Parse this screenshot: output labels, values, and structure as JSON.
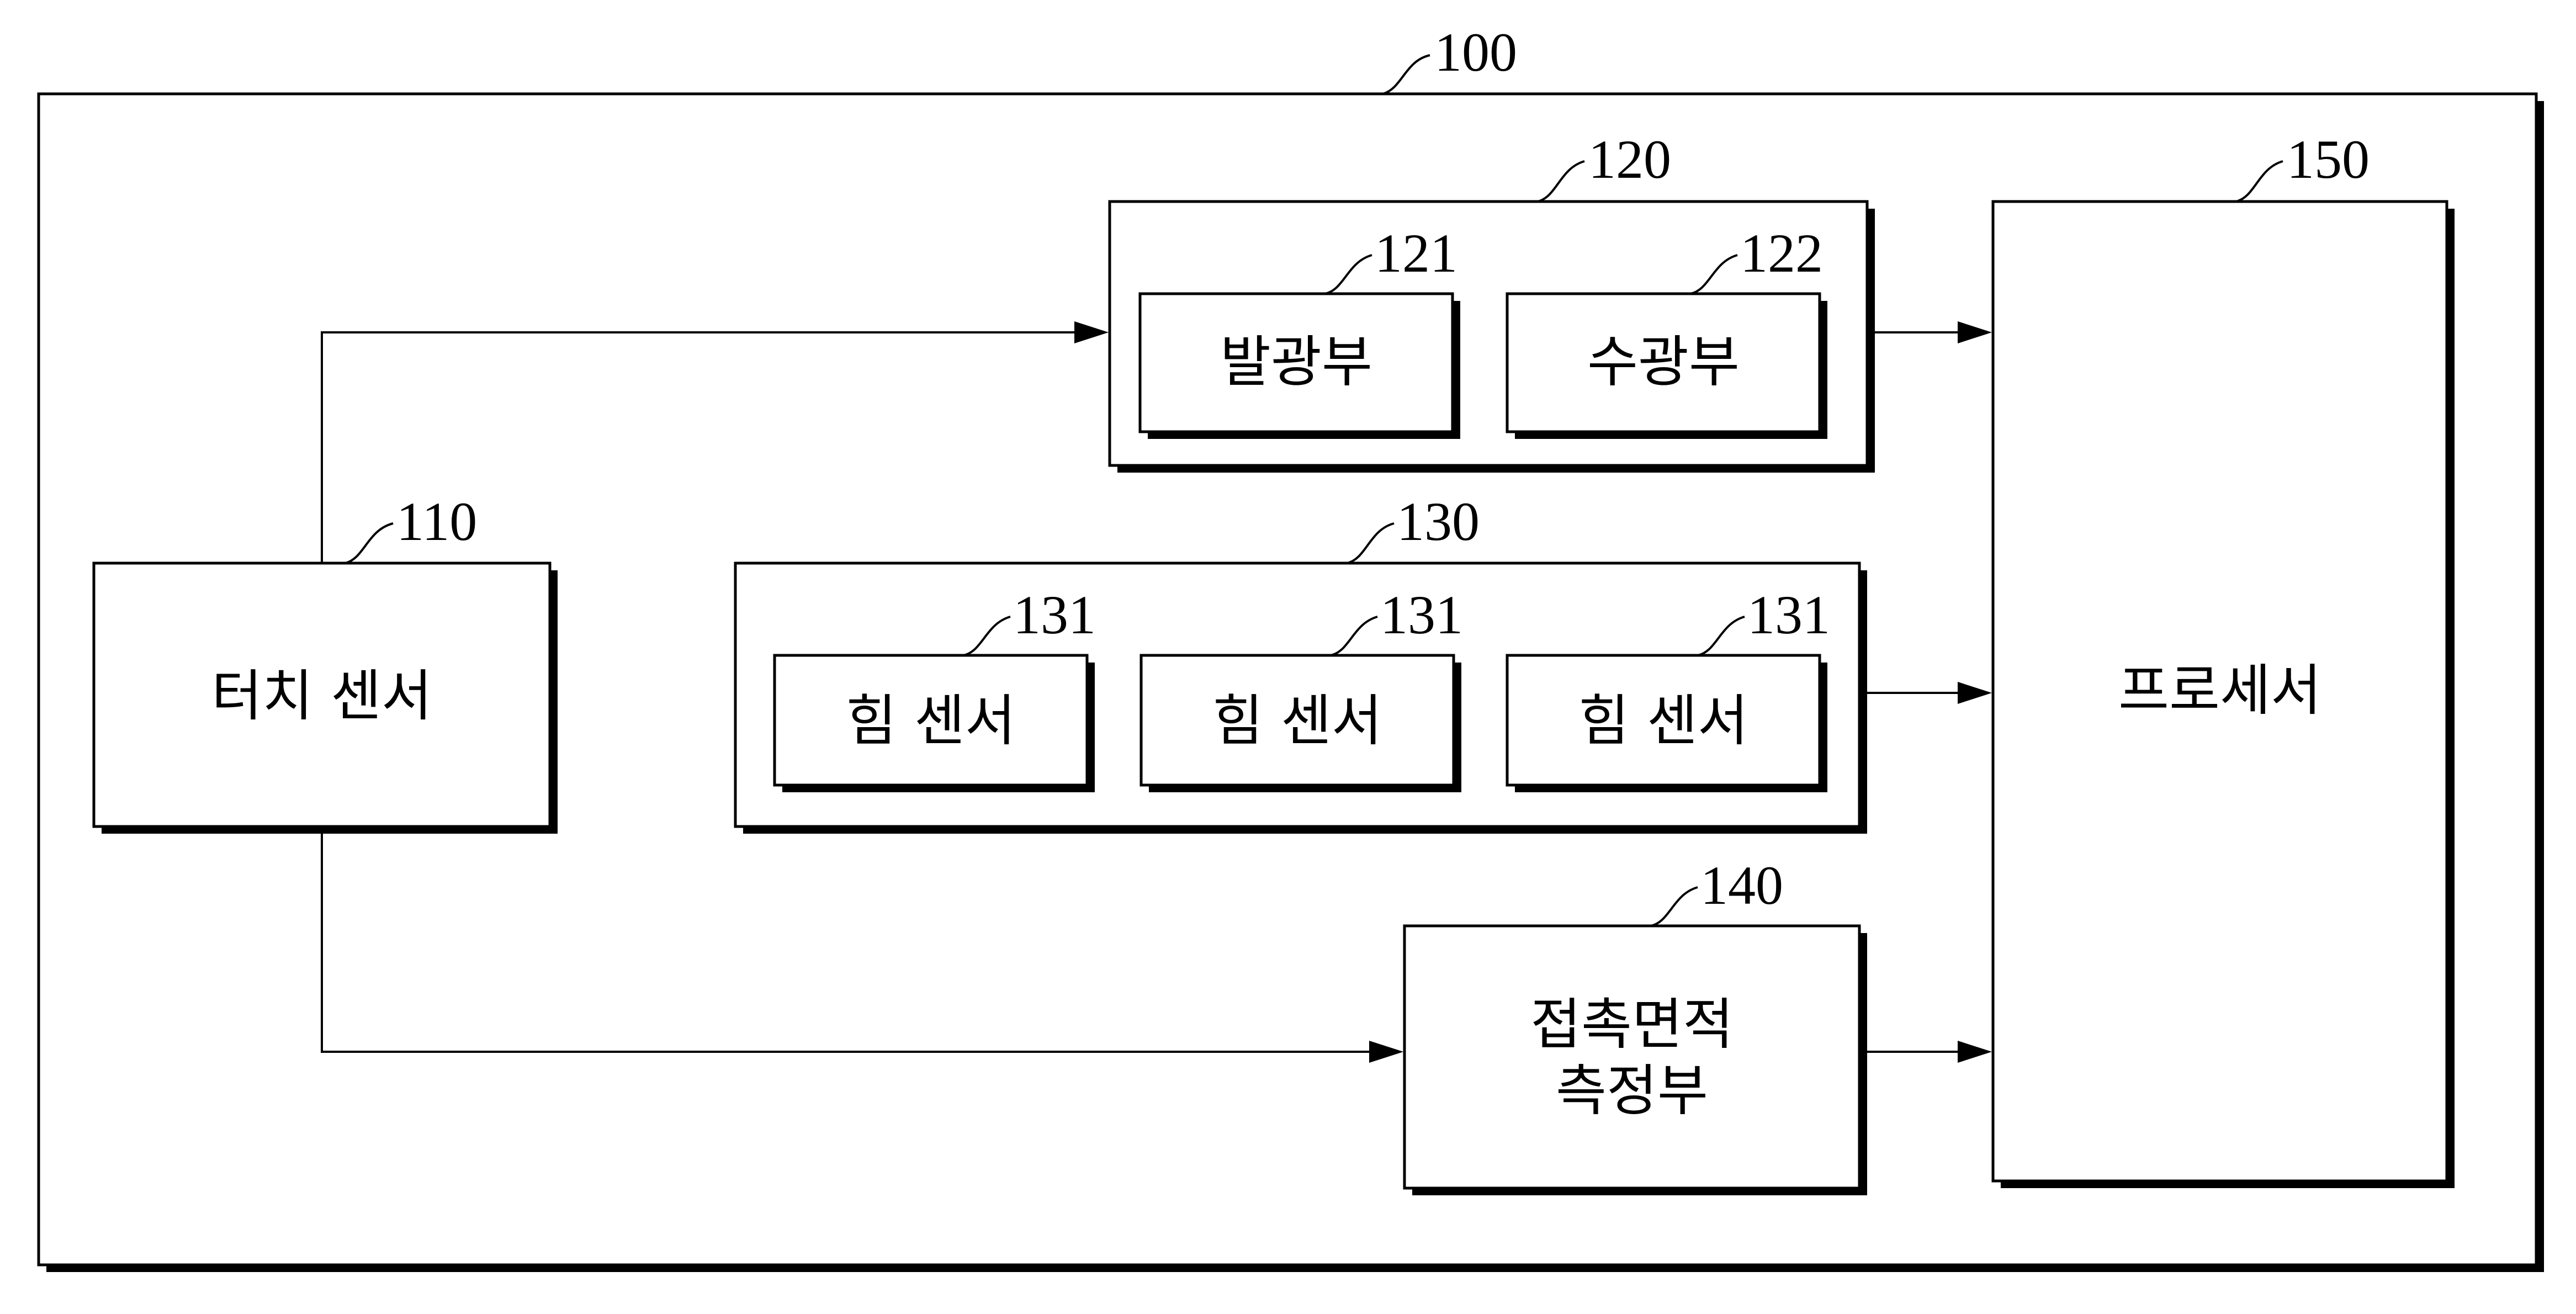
{
  "diagram": {
    "device": {
      "ref": "100"
    },
    "touch_sensor": {
      "ref": "110",
      "label": "터치 센서"
    },
    "light_module": {
      "ref": "120",
      "emitter": {
        "ref": "121",
        "label": "발광부"
      },
      "receiver": {
        "ref": "122",
        "label": "수광부"
      }
    },
    "force_module": {
      "ref": "130",
      "sensors": [
        {
          "ref": "131",
          "label": "힘 센서"
        },
        {
          "ref": "131",
          "label": "힘 센서"
        },
        {
          "ref": "131",
          "label": "힘 센서"
        }
      ]
    },
    "contact_area": {
      "ref": "140",
      "label_line1": "접촉면적",
      "label_line2": "측정부"
    },
    "processor": {
      "ref": "150",
      "label": "프로세서"
    }
  },
  "colors": {
    "stroke": "#000000",
    "background": "#ffffff"
  }
}
